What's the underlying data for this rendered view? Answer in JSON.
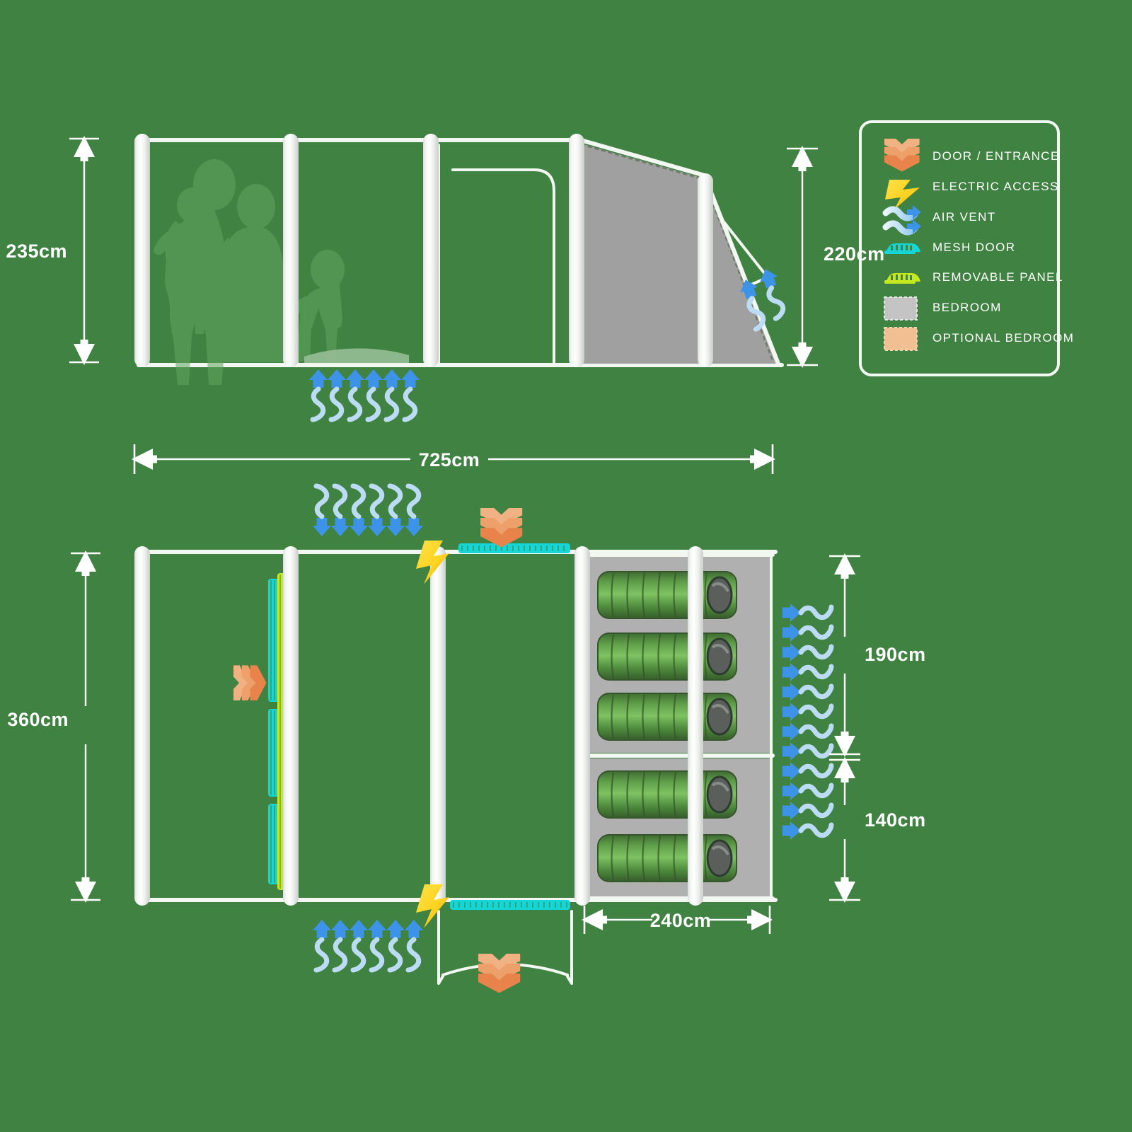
{
  "page": {
    "title": "Tent Specification Diagram",
    "background_color": "#3f8241"
  },
  "colors": {
    "background": "#3f8241",
    "fabric_white": "#f2f7f2",
    "bedroom_gray": "#a0a0a0",
    "bedroom_gray_plan": "#b0b0b0",
    "door_orange": "#e8834b",
    "door_orange_light": "#f0b183",
    "electric_yellow": "#ffd320",
    "electric_yellow_deep": "#f5a623",
    "airvent_blue": "#3d93e8",
    "airvent_blue_light": "#bcdcf5",
    "mesh_cyan": "#14d6d6",
    "panel_lime": "#c6e81e",
    "optional_bedroom_peach": "#f2bf92",
    "silhouette_green": "#63a45f",
    "sleeping_bag_green": "#5f9e48",
    "sleeping_bag_dark": "#3f6b33",
    "text_white": "#ffffff"
  },
  "elevation_view": {
    "name": "side-elevation",
    "height_left": "235cm",
    "height_right": "220cm",
    "vent_count_bottom": 6,
    "vent_count_slope": 2,
    "silhouettes": [
      "adult-male-holding-child",
      "child-on-shoulder",
      "adult-female",
      "child-standing"
    ]
  },
  "plan_view": {
    "name": "floor-plan",
    "width": "725cm",
    "depth": "360cm",
    "bedroom_upper_depth": "190cm",
    "bedroom_lower_depth": "140cm",
    "bedroom_width": "240cm",
    "sleeping_bags_upper": 3,
    "sleeping_bags_lower": 2,
    "vent_count_top": 6,
    "vent_count_bottom": 6,
    "vent_count_right": 12,
    "electric_points": 2,
    "door_chevrons": 3
  },
  "legend": {
    "name": "legend-panel",
    "items": [
      {
        "icon": "door-entrance-chevron-icon",
        "label": "DOOR / ENTRANCE"
      },
      {
        "icon": "electric-bolt-icon",
        "label": "ELECTRIC ACCESS"
      },
      {
        "icon": "air-vent-wave-icon",
        "label": "AIR VENT"
      },
      {
        "icon": "mesh-door-icon",
        "label": "MESH DOOR"
      },
      {
        "icon": "removable-panel-icon",
        "label": "REMOVABLE PANEL"
      },
      {
        "icon": "bedroom-swatch-icon",
        "label": "BEDROOM"
      },
      {
        "icon": "optional-bedroom-swatch-icon",
        "label": "OPTIONAL BEDROOM"
      }
    ]
  }
}
